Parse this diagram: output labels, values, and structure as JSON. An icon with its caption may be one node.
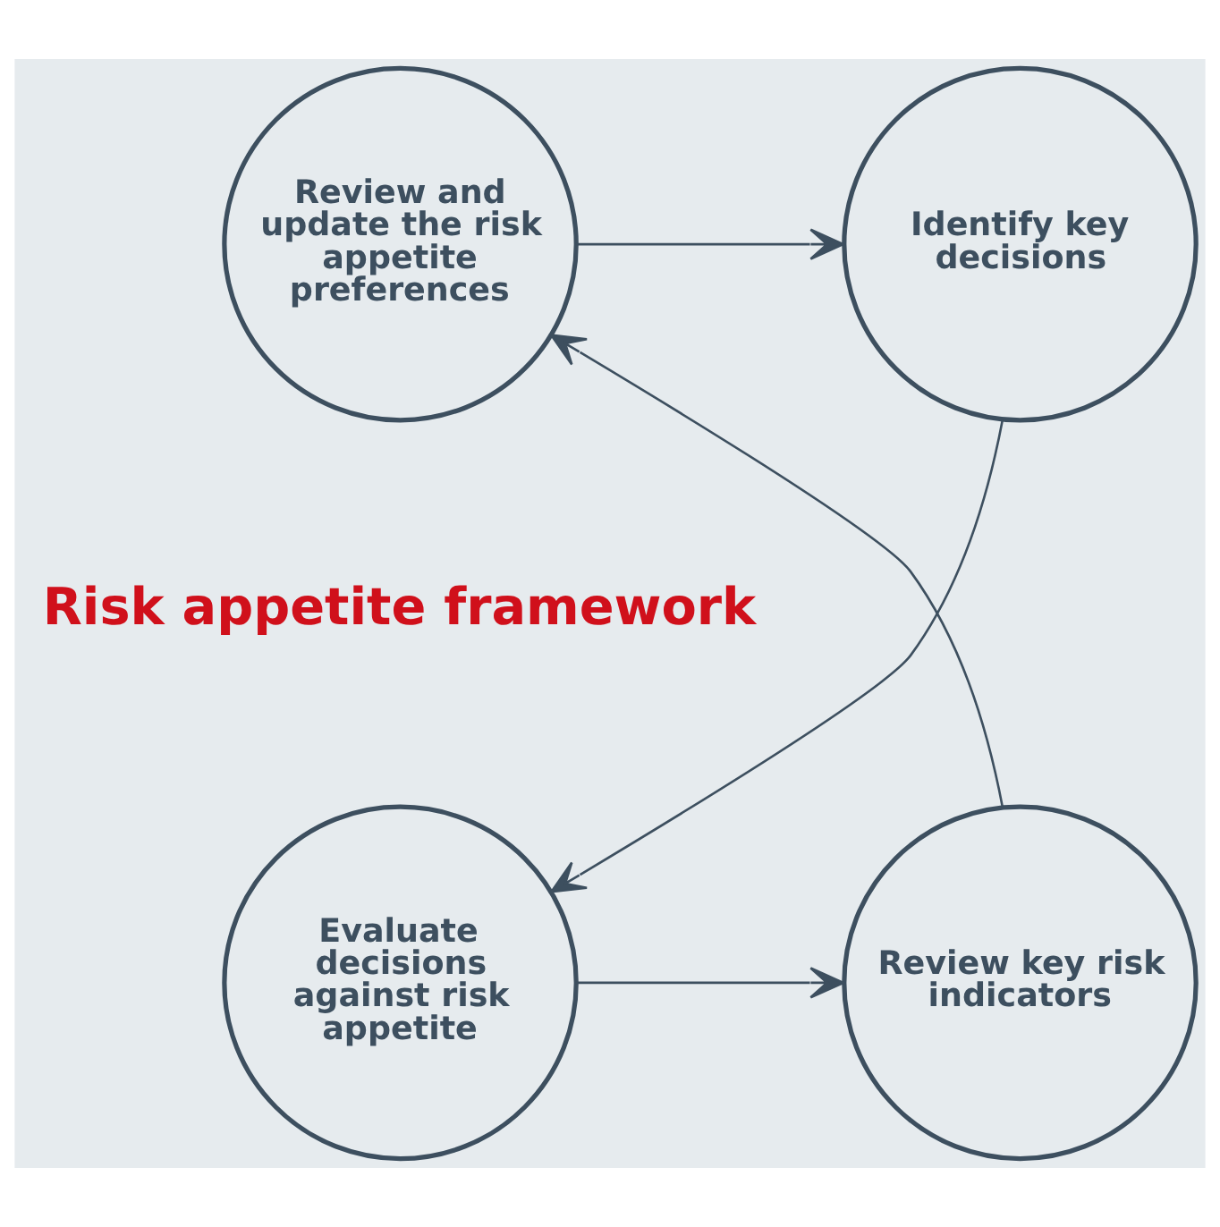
{
  "diagram": {
    "nodes": [
      {
        "text": [
          "Review and update the risk appetite preferences"
        ]
      },
      {
        "text": [
          "Identify key decisions"
        ]
      },
      {
        "text": [
          "Evaluate decisions against risk appetite"
        ]
      },
      {
        "text": [
          "Review key risk indicators"
        ]
      }
    ],
    "edges": [
      {
        "from": 0,
        "to": 1,
        "arrow": "to"
      },
      {
        "from": 1,
        "to": 2,
        "arrow": "to"
      },
      {
        "from": 2,
        "to": 3,
        "arrow": "to"
      },
      {
        "from": 3,
        "to": 0,
        "arrow": "to"
      }
    ],
    "labels": [
      "Risk appetite framework"
    ]
  }
}
